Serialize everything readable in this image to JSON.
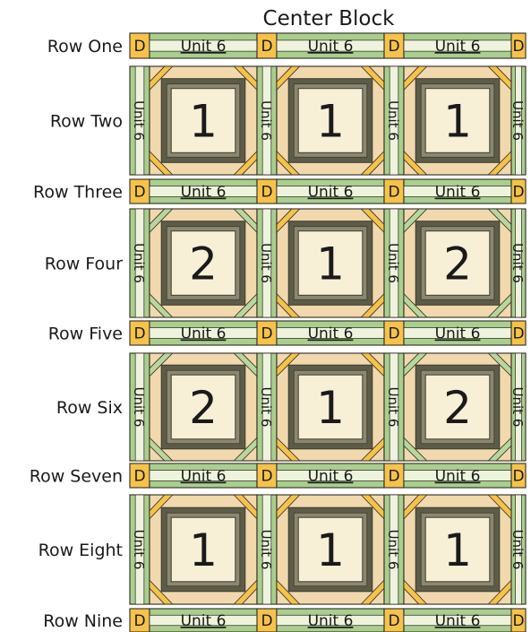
{
  "title": "Center Block",
  "rows": [
    {
      "label": "Row One",
      "type": "sash"
    },
    {
      "label": "Row Two",
      "type": "block",
      "blocks": [
        "1",
        "1",
        "1"
      ]
    },
    {
      "label": "Row Three",
      "type": "sash"
    },
    {
      "label": "Row Four",
      "type": "block",
      "blocks": [
        "2",
        "1",
        "2"
      ]
    },
    {
      "label": "Row Five",
      "type": "sash"
    },
    {
      "label": "Row Six",
      "type": "block",
      "blocks": [
        "2",
        "1",
        "2"
      ]
    },
    {
      "label": "Row Seven",
      "type": "sash"
    },
    {
      "label": "Row Eight",
      "type": "block",
      "blocks": [
        "1",
        "1",
        "1"
      ]
    },
    {
      "label": "Row Nine",
      "type": "sash"
    }
  ],
  "labels": {
    "cornerstone": "D",
    "sashing": "Unit 6"
  },
  "colors": {
    "cornerstone": "#f6c24a",
    "sash_outer": "#a9cf8e",
    "sash_inner": "#eef3dd",
    "frame_dark": "#5d5c48",
    "center_cream": "#f7f0d6",
    "corner_tan": "#f1d9ad",
    "gold_strip": "#f6c24a",
    "green_strip": "#b9d79c",
    "outline": "#3d3a2f"
  }
}
